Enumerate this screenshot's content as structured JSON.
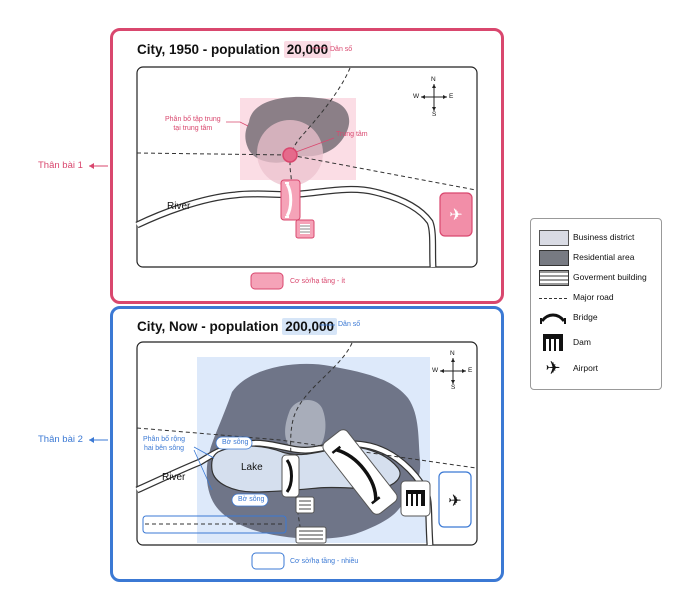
{
  "panel_1950": {
    "title_prefix": "City, 1950 - population ",
    "population": "20,000",
    "population_note": "Dân số",
    "annotation_center_cluster_line1": "Phân bố tập trung",
    "annotation_center_cluster_line2": "tại trung tâm",
    "annotation_center": "Trung tâm",
    "river_label": "River",
    "compass": {
      "n": "N",
      "s": "S",
      "e": "E",
      "w": "W"
    },
    "infra_note": "Cơ sở/hạ tầng - ít",
    "side_label": "Thân bài 1",
    "accent_color": "#d9476e"
  },
  "panel_now": {
    "title_prefix": "City, Now - population ",
    "population": "200,000",
    "population_note": "Dân số",
    "annotation_spread_line1": "Phân bố rộng",
    "annotation_spread_line2": "hai bên sông",
    "riverbank_label_1": "Bờ sông",
    "riverbank_label_2": "Bờ sông",
    "lake_label": "Lake",
    "river_label": "River",
    "compass": {
      "n": "N",
      "s": "S",
      "e": "E",
      "w": "W"
    },
    "infra_note": "Cơ sở/hạ tầng - nhiều",
    "side_label": "Thân bài 2",
    "accent_color": "#3b79d4"
  },
  "legend": {
    "items": [
      {
        "label": "Business district",
        "icon": "business-district-swatch"
      },
      {
        "label": "Residential area",
        "icon": "residential-area-swatch"
      },
      {
        "label": "Goverment building",
        "icon": "government-building-swatch"
      },
      {
        "label": "Major road",
        "icon": "major-road-line"
      },
      {
        "label": "Bridge",
        "icon": "bridge-icon"
      },
      {
        "label": "Dam",
        "icon": "dam-icon"
      },
      {
        "label": "Airport",
        "icon": "airport-icon"
      }
    ]
  }
}
